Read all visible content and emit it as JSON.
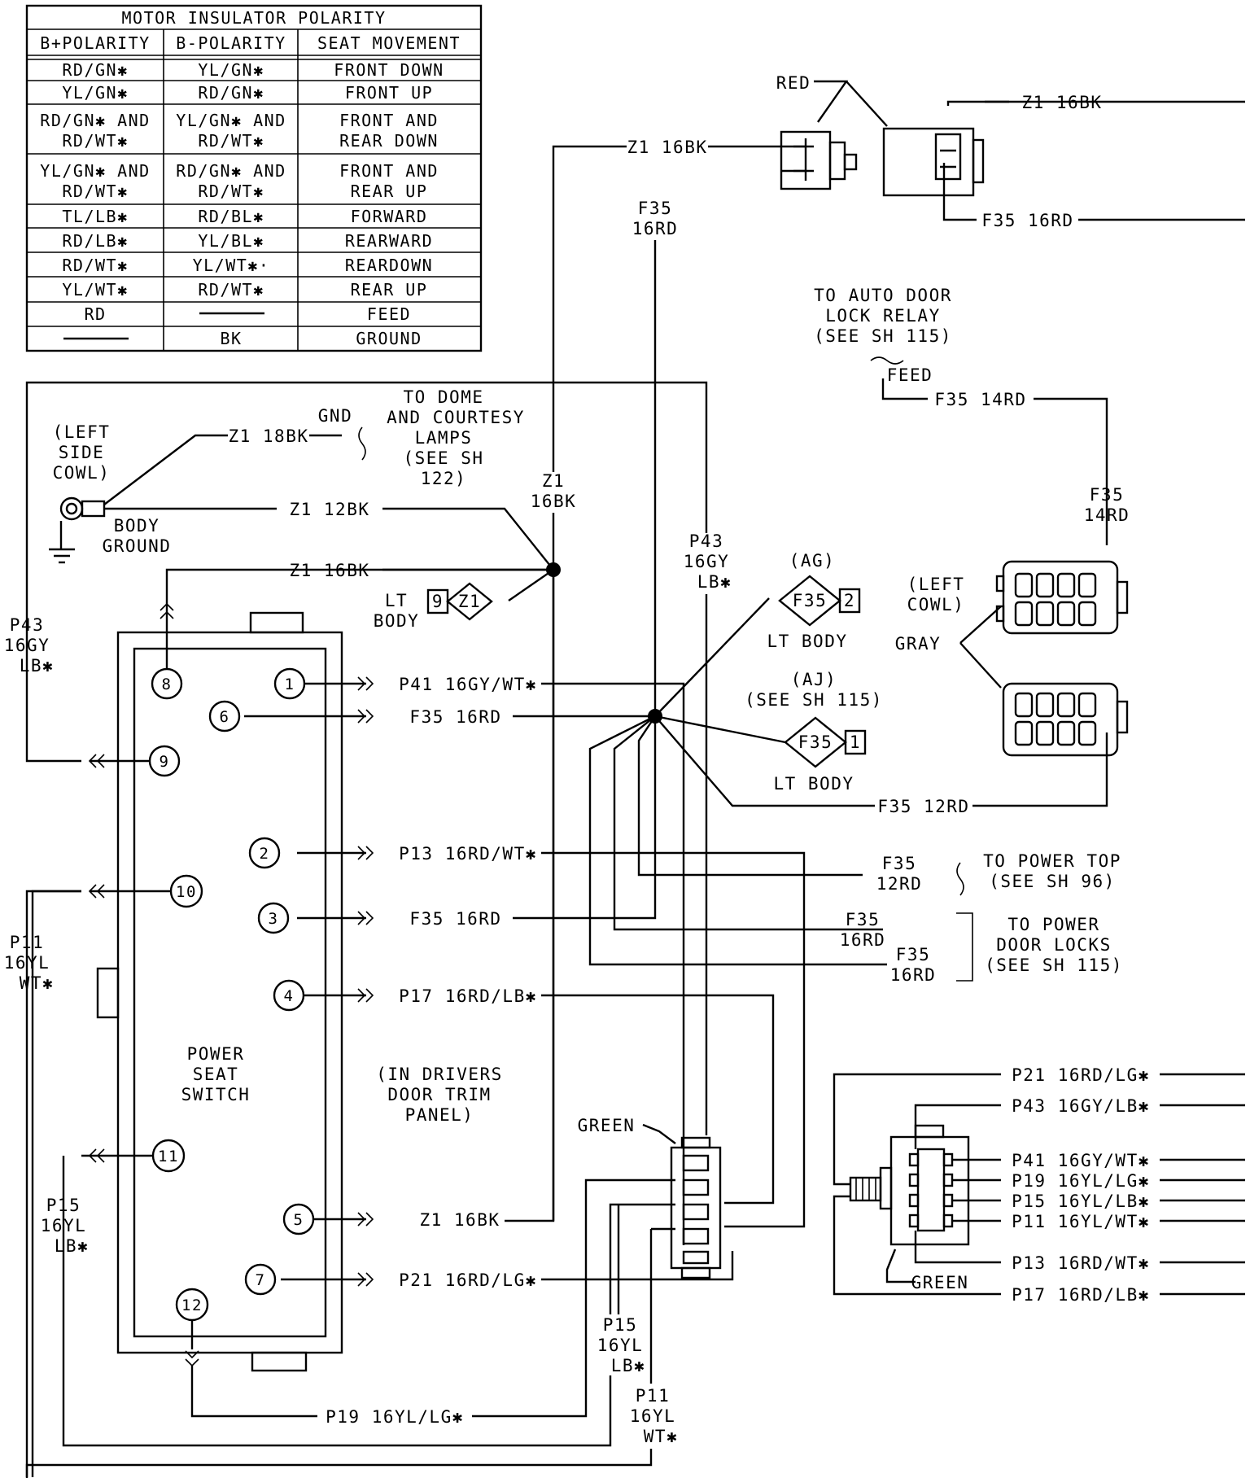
{
  "polarity_table": {
    "title": "MOTOR INSULATOR POLARITY",
    "headers": [
      "B+POLARITY",
      "B-POLARITY",
      "SEAT MOVEMENT"
    ],
    "rows": [
      {
        "b_plus": [
          "RD/GN✱"
        ],
        "b_minus": [
          "YL/GN✱"
        ],
        "movement": [
          "FRONT DOWN"
        ]
      },
      {
        "b_plus": [
          "YL/GN✱"
        ],
        "b_minus": [
          "RD/GN✱"
        ],
        "movement": [
          "FRONT UP"
        ]
      },
      {
        "b_plus": [
          "RD/GN✱ AND",
          "RD/WT✱"
        ],
        "b_minus": [
          "YL/GN✱ AND",
          "RD/WT✱"
        ],
        "movement": [
          "FRONT AND",
          "REAR DOWN"
        ]
      },
      {
        "b_plus": [
          "YL/GN✱ AND",
          "RD/WT✱"
        ],
        "b_minus": [
          "RD/GN✱ AND",
          "RD/WT✱"
        ],
        "movement": [
          "FRONT AND",
          "REAR UP"
        ]
      },
      {
        "b_plus": [
          "TL/LB✱"
        ],
        "b_minus": [
          "RD/BL✱"
        ],
        "movement": [
          "FORWARD"
        ]
      },
      {
        "b_plus": [
          "RD/LB✱"
        ],
        "b_minus": [
          "YL/BL✱"
        ],
        "movement": [
          "REARWARD"
        ]
      },
      {
        "b_plus": [
          "RD/WT✱"
        ],
        "b_minus": [
          "YL/WT✱·"
        ],
        "movement": [
          "REARDOWN"
        ]
      },
      {
        "b_plus": [
          "YL/WT✱"
        ],
        "b_minus": [
          "RD/WT✱"
        ],
        "movement": [
          "REAR UP"
        ]
      },
      {
        "b_plus": [
          "RD"
        ],
        "b_minus": [
          "—"
        ],
        "movement": [
          "FEED"
        ]
      },
      {
        "b_plus": [
          "—"
        ],
        "b_minus": [
          "BK"
        ],
        "movement": [
          "GROUND"
        ]
      }
    ]
  },
  "switch": {
    "name_lines": [
      "POWER",
      "SEAT",
      "SWITCH"
    ],
    "location_lines": [
      "(IN DRIVERS",
      "DOOR TRIM",
      "PANEL)"
    ],
    "pins": [
      "1",
      "2",
      "3",
      "4",
      "5",
      "6",
      "7",
      "8",
      "9",
      "10",
      "11",
      "12"
    ]
  },
  "wires": {
    "pin1": "P41 16GY/WT✱",
    "pin6": "F35 16RD",
    "pin2": "P13 16RD/WT✱",
    "pin3": "F35 16RD",
    "pin4": "P17 16RD/LB✱",
    "pin5": "Z1 16BK",
    "pin7": "P21 16RD/LG✱",
    "pin12": "P19 16YL/LG✱",
    "z1_18bk": "Z1 18BK",
    "z1_12bk": "Z1 12BK",
    "z1_16bk_pin8": "Z1 16BK",
    "z1_16bk_top": "Z1 16BK",
    "z1_16bk_vertical": [
      "Z1",
      "16BK"
    ],
    "f35_16rd_vertical": [
      "F35",
      "16RD"
    ],
    "p43_left": [
      "P43",
      "16GY",
      "LB✱"
    ],
    "p43_mid": [
      "P43",
      "16GY",
      "LB✱"
    ],
    "p11_left": [
      "P11",
      "16YL",
      "WT✱"
    ],
    "p15_left": [
      "P15",
      "16YL",
      "LB✱"
    ],
    "p15_bottom": [
      "P15",
      "16YL",
      "LB✱"
    ],
    "p11_bottom": [
      "P11",
      "16YL",
      "WT✱"
    ],
    "f35_14rd": "F35 14RD",
    "f35_14rd_vertical": [
      "F35",
      "14RD"
    ],
    "f35_12rd": "F35 12RD",
    "f35_12rd_top": [
      "F35",
      "12RD"
    ],
    "f35_16rd_a": [
      "F35",
      "16RD"
    ],
    "f35_16rd_b": [
      "F35",
      "16RD"
    ],
    "relay_z1": "Z1 16BK",
    "relay_f35": "F35 16RD"
  },
  "labels": {
    "left_side_cowl": [
      "(LEFT",
      "SIDE",
      "COWL)"
    ],
    "body_ground": [
      "BODY",
      "GROUND"
    ],
    "gnd": "GND",
    "to_dome": [
      "TO DOME",
      "AND COURTESY",
      "LAMPS",
      "(SEE SH",
      "122)"
    ],
    "lt_body": [
      "LT",
      "BODY"
    ],
    "splice_z1": {
      "pin": "9",
      "name": "Z1"
    },
    "red": "RED",
    "to_auto_door": [
      "TO AUTO DOOR",
      "LOCK RELAY",
      "(SEE SH 115)"
    ],
    "feed": "FEED",
    "ag": "(AG)",
    "aj": [
      "(AJ)",
      "(SEE SH 115)"
    ],
    "splice_ag": {
      "name": "F35",
      "pin": "2"
    },
    "splice_aj": {
      "name": "F35",
      "pin": "1"
    },
    "lt_body_ag": "LT BODY",
    "lt_body_aj": "LT BODY",
    "left_cowl": [
      "(LEFT",
      "COWL)"
    ],
    "gray": "GRAY",
    "to_power_top": [
      "TO POWER TOP",
      "(SEE SH 96)"
    ],
    "to_power_door_locks": [
      "TO POWER",
      "DOOR LOCKS",
      "(SEE SH 115)"
    ],
    "green_mid": "GREEN",
    "green_right": "GREEN"
  },
  "right_connector_wires": [
    "P21 16RD/LG✱",
    "P43 16GY/LB✱",
    "P41 16GY/WT✱",
    "P19 16YL/LG✱",
    "P15 16YL/LB✱",
    "P11 16YL/WT✱",
    "P13 16RD/WT✱",
    "P17 16RD/LB✱"
  ]
}
